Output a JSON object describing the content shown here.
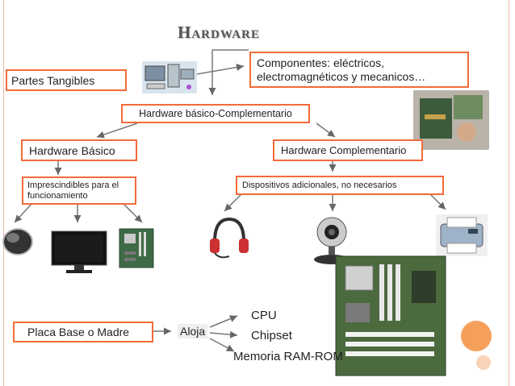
{
  "title": "Hardware",
  "partes_tangibles": "Partes Tangibles",
  "componentes": "Componentes: eléctricos, electromagnéticos y mecanicos…",
  "basico_complementario": "Hardware básico-Complementario",
  "hardware_basico": "Hardware Básico",
  "hardware_complementario": "Hardware Complementario",
  "imprescindibles": "Imprescindibles para el funcionamiento",
  "dispositivos": "Dispositivos adicionales, no necesarios",
  "placa_base": "Placa Base o Madre",
  "aloja": "Aloja",
  "cpu": "CPU",
  "chipset": "Chipset",
  "memoria": "Memoria RAM-ROM",
  "colors": {
    "accent": "#f26b3a",
    "circle_orange": "#f5a05a",
    "circle_light": "#fbd3b8"
  }
}
